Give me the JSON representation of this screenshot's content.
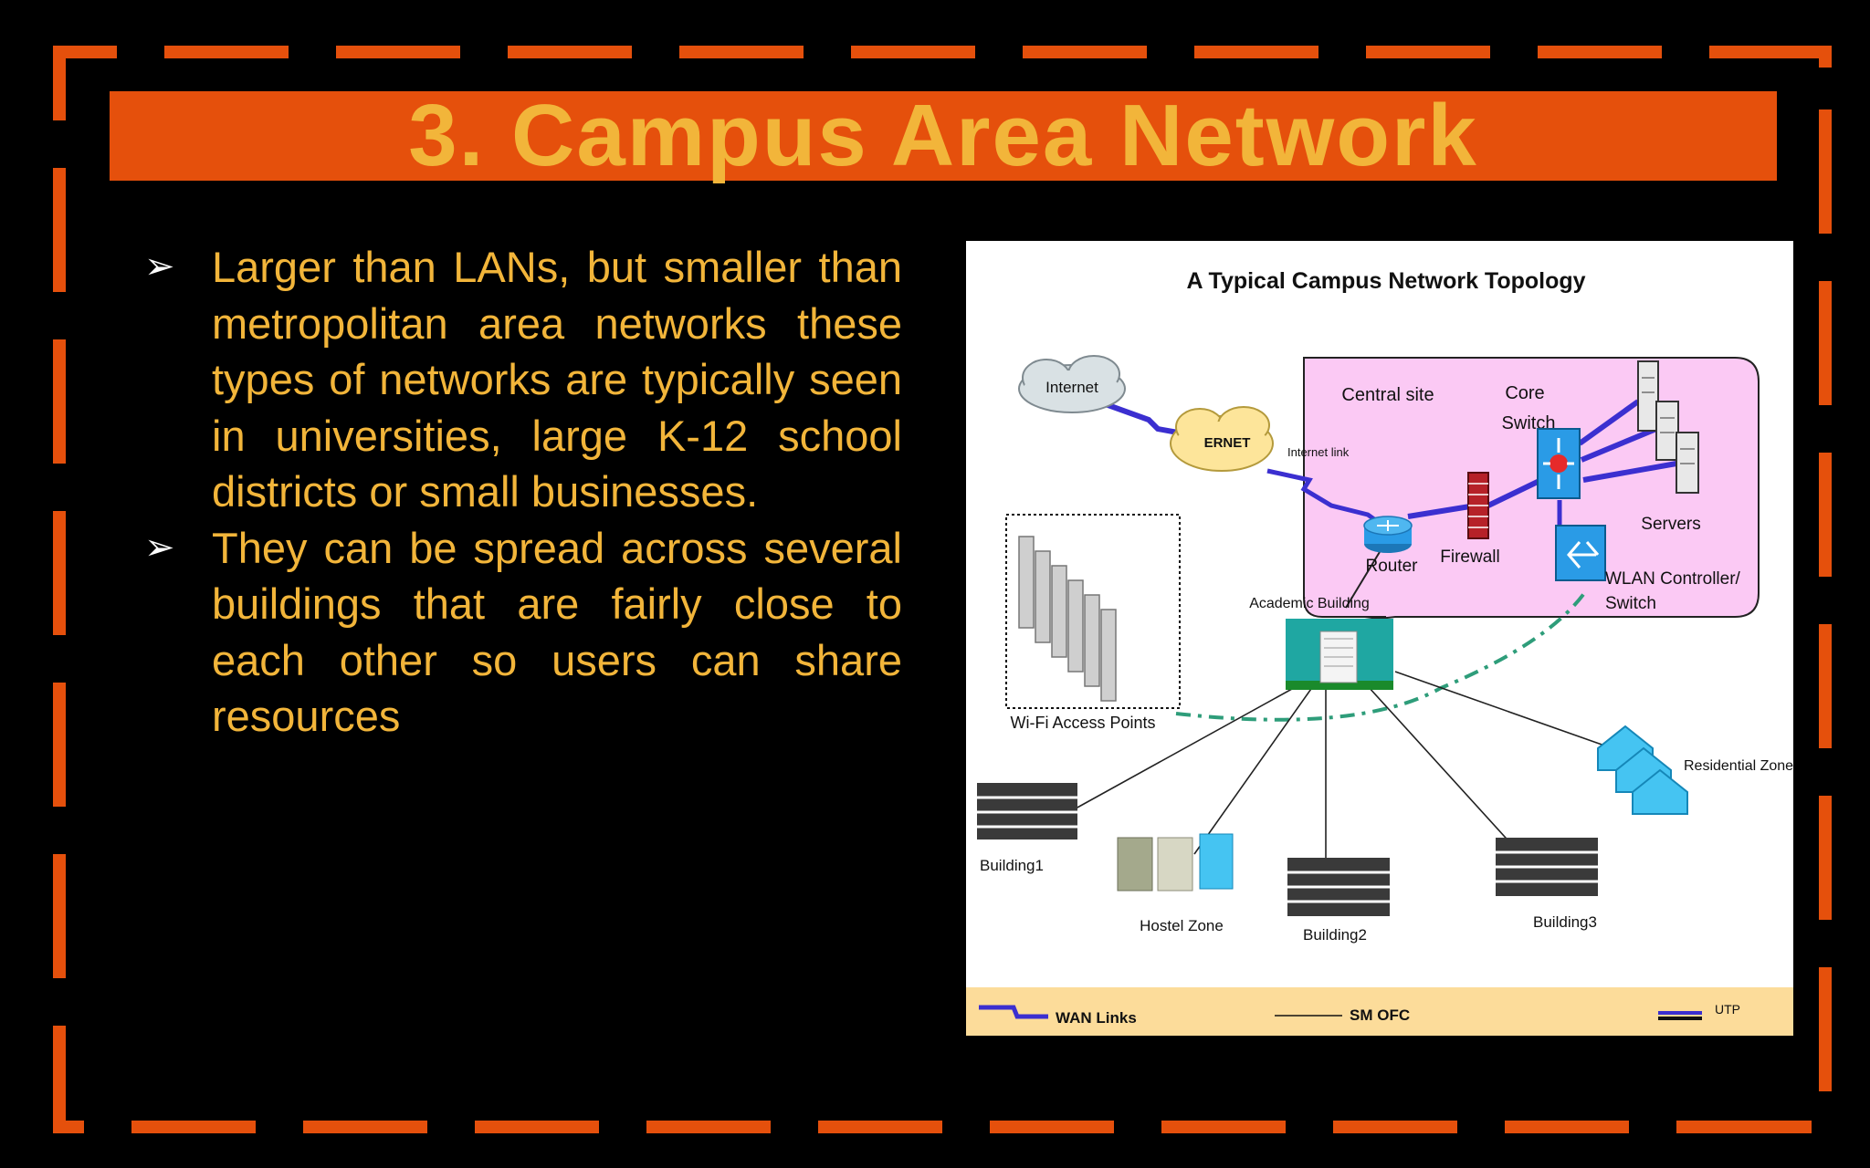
{
  "slide": {
    "title": "3. Campus Area Network",
    "bullets": [
      "Larger than LANs, but smaller than metropolitan area networks these types of networks are typically seen in universities, large K-12 school districts or small businesses.",
      "They can be spread across several buildings that are fairly close to each other so users can share resources"
    ]
  },
  "diagram": {
    "title": "A Typical  Campus Network Topology",
    "labels": {
      "internet": "Internet",
      "ernet": "ERNET",
      "internet_link": "Internet link",
      "central_site": "Central site",
      "core_switch_1": "Core",
      "core_switch_2": "Switch",
      "servers": "Servers",
      "router": "Router",
      "firewall": "Firewall",
      "wlan_1": "WLAN Controller/",
      "wlan_2": "Switch",
      "academic_building": "Academic Building",
      "wifi_access_points": "Wi-Fi Access Points",
      "residential_zone": "Residential Zone",
      "building1": "Building1",
      "hostel_zone": "Hostel Zone",
      "building2": "Building2",
      "building3": "Building3"
    },
    "legend": {
      "wan": "WAN Links",
      "smofc": "SM OFC",
      "utp": "UTP"
    }
  },
  "colors": {
    "background": "#000000",
    "frame": "#e5500c",
    "title_bar": "#e5500c",
    "title_text": "#f2b53a",
    "body_text": "#f2b53a",
    "bullet_arrow": "#ffffff",
    "central_site_fill": "#fbc9f4",
    "legend_bar": "#fcdc9a",
    "wan_link": "#3b2fd0",
    "wireless_link": "#2e9d7a"
  }
}
